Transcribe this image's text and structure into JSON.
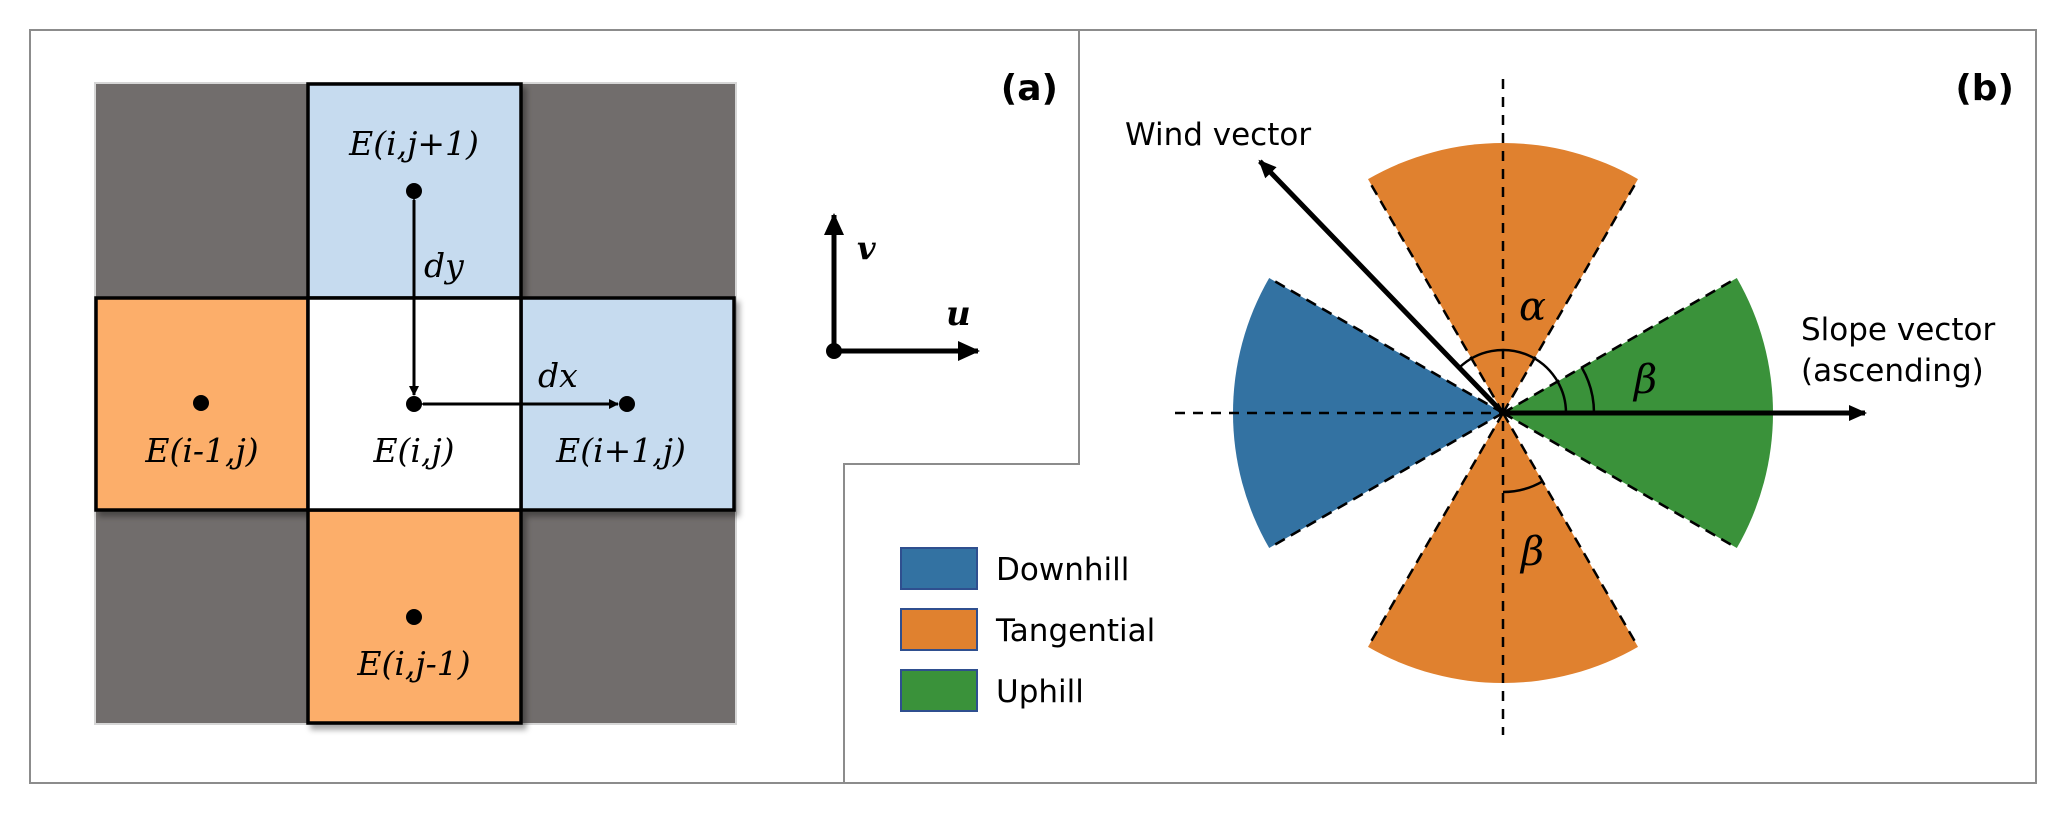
{
  "panel_a": {
    "label": "(a)",
    "cells": {
      "top": "E(i,j+1)",
      "left": "E(i-1,j)",
      "center": "E(i,j)",
      "right": "E(i+1,j)",
      "bottom": "E(i,j-1)"
    },
    "dy_label": "dy",
    "dx_label": "dx",
    "axis_v_label": "v",
    "axis_u_label": "u",
    "colors": {
      "corner_gray": "#716d6c",
      "light_blue": "#c6dbef",
      "light_orange": "#fcae6b",
      "center_white": "#ffffff"
    }
  },
  "legend": {
    "items": [
      {
        "label": "Downhill",
        "color": "#3372a2"
      },
      {
        "label": "Tangential",
        "color": "#e0812f"
      },
      {
        "label": "Uphill",
        "color": "#3a923a"
      }
    ]
  },
  "panel_b": {
    "label": "(b)",
    "wind_label": "Wind vector",
    "slope_label_line1": "Slope vector",
    "slope_label_line2": "(ascending)",
    "alpha_label": "α",
    "beta_label_right": "β",
    "beta_label_bottom": "β",
    "sector_half_angle_deg": 30,
    "wind_angle_deg": 134,
    "slope_angle_deg": 0,
    "sectors": [
      {
        "name": "uphill",
        "center_deg": 0,
        "color": "#3a923a"
      },
      {
        "name": "tangential-top",
        "center_deg": 90,
        "color": "#e0812f"
      },
      {
        "name": "downhill",
        "center_deg": 180,
        "color": "#3372a2"
      },
      {
        "name": "tangential-bottom",
        "center_deg": 270,
        "color": "#e0812f"
      }
    ]
  }
}
